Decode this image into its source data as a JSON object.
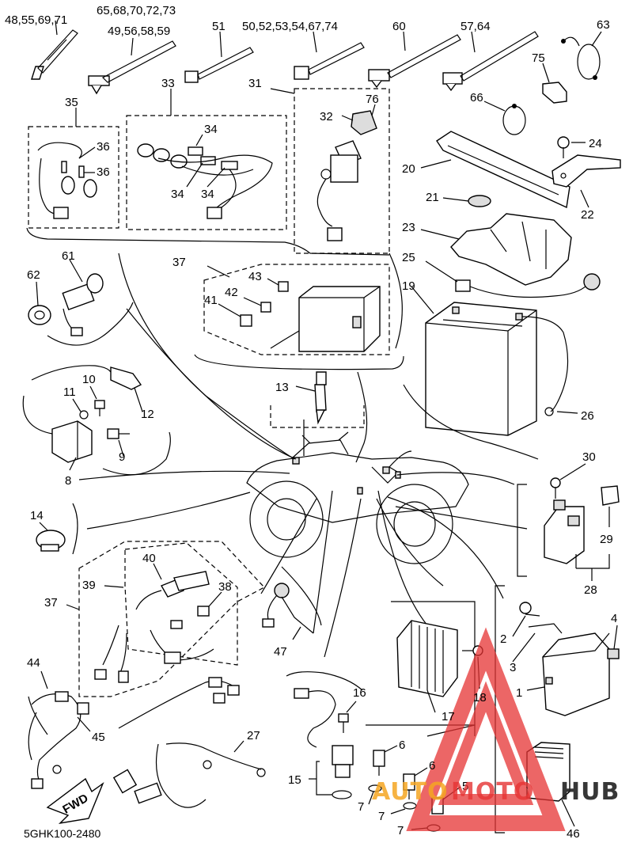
{
  "diagram_code": "5GHK100-2480",
  "watermark": {
    "text_part1": "AUTO",
    "text_part2": "MOTO",
    "text_part3": "HUB",
    "color_accent": "#e63333",
    "color_orange": "#f5a623",
    "color_dark": "#222222"
  },
  "fwd_label": "FWD",
  "callouts": {
    "c48": "48,55,69,71",
    "c65": "65,68,70,72,73",
    "c49": "49,56,58,59",
    "c51": "51",
    "c50": "50,52,53,54,67,74",
    "c60": "60",
    "c57": "57,64",
    "c63": "63",
    "c75": "75",
    "c66": "66",
    "c35": "35",
    "c33": "33",
    "c31": "31",
    "c76": "76",
    "c32": "32",
    "c36a": "36",
    "c36b": "36",
    "c34a": "34",
    "c34b": "34",
    "c34c": "34",
    "c24": "24",
    "c20": "20",
    "c21": "21",
    "c22": "22",
    "c23": "23",
    "c25": "25",
    "c19": "19",
    "c61": "61",
    "c62": "62",
    "c37a": "37",
    "c43": "43",
    "c42": "42",
    "c41": "41",
    "c13": "13",
    "c26": "26",
    "c11": "11",
    "c10": "10",
    "c12": "12",
    "c9": "9",
    "c8": "8",
    "c30": "30",
    "c14": "14",
    "c29": "29",
    "c28": "28",
    "c40": "40",
    "c39": "39",
    "c38": "38",
    "c37b": "37",
    "c47": "47",
    "c4": "4",
    "c2": "2",
    "c3": "3",
    "c1": "1",
    "c44": "44",
    "c45": "45",
    "c16": "16",
    "c18": "18",
    "c17": "17",
    "c27": "27",
    "c6a": "6",
    "c6b": "6",
    "c5": "5",
    "c15": "15",
    "c7a": "7",
    "c7b": "7",
    "c7c": "7",
    "c46": "46"
  }
}
